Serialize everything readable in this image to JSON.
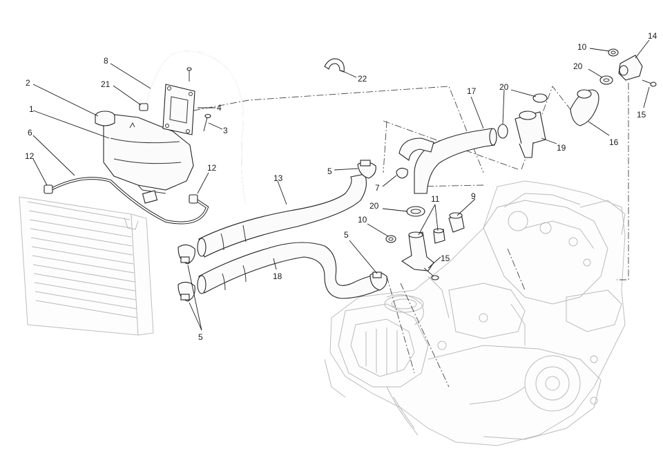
{
  "callouts": {
    "c1": "1",
    "c2": "2",
    "c3": "3",
    "c4": "4",
    "c5a": "5",
    "c5b": "5",
    "c5c": "5",
    "c6": "6",
    "c7": "7",
    "c8": "8",
    "c9": "9",
    "c10a": "10",
    "c10b": "10",
    "c11": "11",
    "c12a": "12",
    "c12b": "12",
    "c13": "13",
    "c14": "14",
    "c15a": "15",
    "c15b": "15",
    "c16": "16",
    "c17": "17",
    "c18": "18",
    "c19": "19",
    "c20a": "20",
    "c20b": "20",
    "c20c": "20",
    "c21": "21",
    "c22": "22"
  },
  "colors": {
    "line": "#1a1a1a",
    "ghost": "#b9b9b9",
    "background": "#ffffff"
  }
}
